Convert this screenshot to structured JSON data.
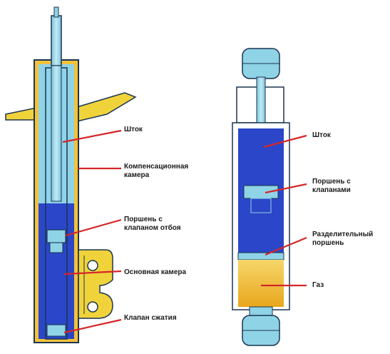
{
  "left_strut": {
    "labels": {
      "rod": "Шток",
      "compensation_chamber_1": "Компенсационная",
      "compensation_chamber_2": "камера",
      "rebound_piston_1": "Поршень с",
      "rebound_piston_2": "клапаном отбоя",
      "main_chamber": "Основная камера",
      "compression_valve": "Клапан сжатия"
    }
  },
  "right_shock": {
    "labels": {
      "rod": "Шток",
      "piston_1": "Поршень с",
      "piston_2": "клапанами",
      "separator_piston_1": "Разделительный",
      "separator_piston_2": "поршень",
      "gas": "Газ"
    }
  },
  "colors": {
    "light_blue": "#8fd3e6",
    "oil_blue": "#2b46c8",
    "gas_yellow": "#f3c23a",
    "tube_outline": "#1a3550",
    "arrow_red": "#d4262a",
    "bracket_yellow": "#f0d33a"
  }
}
